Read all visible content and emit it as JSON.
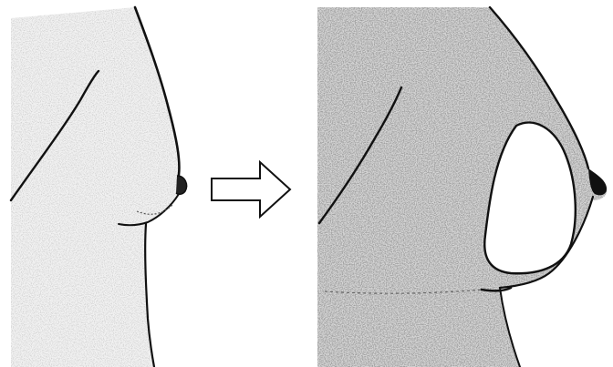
{
  "figure": {
    "panels": [
      {
        "id": "before",
        "stage": "before"
      },
      {
        "id": "after",
        "stage": "after"
      }
    ],
    "transition": {
      "icon": "right-arrow-icon",
      "direction": "right"
    },
    "colors": {
      "background": "#ffffff",
      "outline": "#111111",
      "stipple_light": "#e9e9e9",
      "stipple_dark": "#8c8c8c",
      "implant_fill": "#ffffff"
    }
  }
}
